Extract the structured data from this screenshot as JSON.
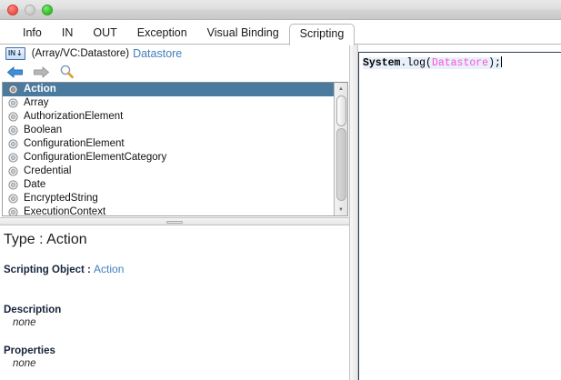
{
  "window": {
    "traffic_lights": [
      "close",
      "minimize",
      "maximize"
    ]
  },
  "tabs": [
    {
      "label": "Info",
      "active": false
    },
    {
      "label": "IN",
      "active": false
    },
    {
      "label": "OUT",
      "active": false
    },
    {
      "label": "Exception",
      "active": false
    },
    {
      "label": "Visual Binding",
      "active": false
    },
    {
      "label": "Scripting",
      "active": true
    }
  ],
  "breadcrumb": {
    "badge": "IN",
    "badge_icon": "in-arrow-down-icon",
    "path": "(Array/VC:Datastore)",
    "link": "Datastore"
  },
  "toolbar": {
    "back_icon": "back-arrow-icon",
    "forward_icon": "forward-arrow-icon",
    "search_icon": "magnifier-icon"
  },
  "class_list": {
    "selected": "Action",
    "items": [
      {
        "label": "Action",
        "icon": "class-disc-icon",
        "selected": true
      },
      {
        "label": "Array",
        "icon": "class-disc-icon",
        "selected": false
      },
      {
        "label": "AuthorizationElement",
        "icon": "class-disc-icon",
        "selected": false
      },
      {
        "label": "Boolean",
        "icon": "class-disc-icon",
        "selected": false
      },
      {
        "label": "ConfigurationElement",
        "icon": "class-disc-icon",
        "selected": false
      },
      {
        "label": "ConfigurationElementCategory",
        "icon": "class-disc-icon",
        "selected": false
      },
      {
        "label": "Credential",
        "icon": "class-disc-icon",
        "selected": false
      },
      {
        "label": "Date",
        "icon": "class-disc-icon",
        "selected": false
      },
      {
        "label": "EncryptedString",
        "icon": "class-disc-icon",
        "selected": false
      },
      {
        "label": "ExecutionContext",
        "icon": "class-disc-icon",
        "selected": false
      }
    ],
    "scrollbar": {
      "up_arrow": "▲",
      "down_arrow": "▼"
    }
  },
  "detail": {
    "type_label": "Type : Action",
    "scripting_object_label": "Scripting Object :",
    "scripting_object_value": "Action",
    "description_heading": "Description",
    "description_value": "none",
    "properties_heading": "Properties",
    "properties_value": "none"
  },
  "editor": {
    "code_system": "System",
    "code_dot_log": ".log(",
    "code_arg": "Datastore",
    "code_tail": ");"
  },
  "colors": {
    "selection_blue": "#4a7a9e",
    "link_blue": "#3f7fbf",
    "identifier_pink": "#ff4fd8",
    "editor_border": "#2d3c52"
  }
}
